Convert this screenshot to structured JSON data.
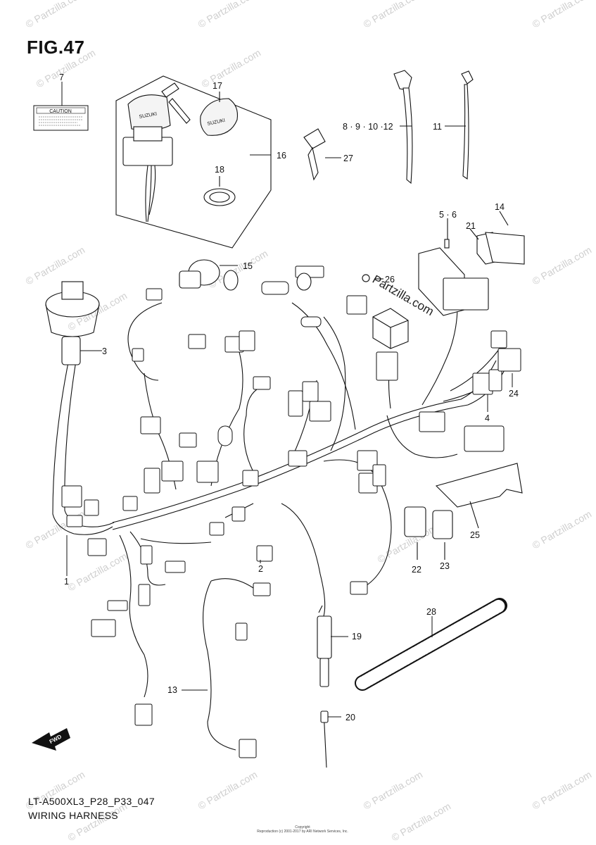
{
  "figure": {
    "title": "FIG.47",
    "model_code": "LT-A500XL3_P28_P33_047",
    "section_name": "WIRING HARNESS",
    "copyright_line1": "Copyright",
    "copyright_line2": "Reproduction (c) 2001-2017 by ARI Network Services, Inc."
  },
  "watermark": {
    "text": "© Partzilla.com",
    "center_text": "Partzilla.com"
  },
  "caution_label": {
    "heading": "CAUTION"
  },
  "fwd_arrow": {
    "text": "FWD"
  },
  "part_callouts": [
    {
      "id": "p1",
      "number": "1"
    },
    {
      "id": "p2",
      "number": "2"
    },
    {
      "id": "p3",
      "number": "3"
    },
    {
      "id": "p4",
      "number": "4"
    },
    {
      "id": "p56",
      "number": "5 · 6"
    },
    {
      "id": "p7",
      "number": "7"
    },
    {
      "id": "p8",
      "number": "8 · 9 · 10 ·12"
    },
    {
      "id": "p11",
      "number": "11"
    },
    {
      "id": "p13",
      "number": "13"
    },
    {
      "id": "p14",
      "number": "14"
    },
    {
      "id": "p15",
      "number": "15"
    },
    {
      "id": "p16",
      "number": "16"
    },
    {
      "id": "p17",
      "number": "17"
    },
    {
      "id": "p18",
      "number": "18"
    },
    {
      "id": "p19",
      "number": "19"
    },
    {
      "id": "p20",
      "number": "20"
    },
    {
      "id": "p21",
      "number": "21"
    },
    {
      "id": "p22",
      "number": "22"
    },
    {
      "id": "p23",
      "number": "23"
    },
    {
      "id": "p24",
      "number": "24"
    },
    {
      "id": "p25",
      "number": "25"
    },
    {
      "id": "p26",
      "number": "26"
    },
    {
      "id": "p27",
      "number": "27"
    },
    {
      "id": "p28",
      "number": "28"
    }
  ]
}
